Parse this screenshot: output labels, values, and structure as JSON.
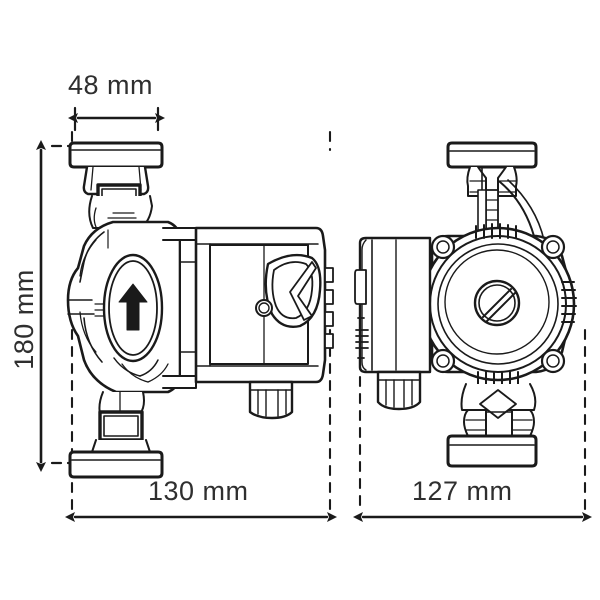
{
  "drawing": {
    "title": "Circulation pump dimensional drawing",
    "background_color": "#ffffff",
    "line_color": "#1a1a1a",
    "text_color": "#2f2f2f",
    "views": [
      {
        "name": "side-view",
        "description": "Left side elevation of circulation pump with motor housing, selector knob and flow arrow"
      },
      {
        "name": "front-view",
        "description": "Right front elevation of circulation pump with round motor face, centre slotted screw and terminal box"
      }
    ]
  },
  "dimensions": {
    "width_top": {
      "value": "48 mm",
      "number": 48,
      "unit": "mm",
      "orientation": "horizontal",
      "applies_to": "flange width of side view"
    },
    "height_left": {
      "value": "180 mm",
      "number": 180,
      "unit": "mm",
      "orientation": "vertical",
      "applies_to": "overall height of pump"
    },
    "width_side": {
      "value": "130 mm",
      "number": 130,
      "unit": "mm",
      "orientation": "horizontal",
      "applies_to": "overall depth of side view"
    },
    "width_front": {
      "value": "127 mm",
      "number": 127,
      "unit": "mm",
      "orientation": "horizontal",
      "applies_to": "overall width of front view"
    }
  },
  "side_view_parts": {
    "top_flange": "top-flange",
    "bottom_flange": "bottom-flange",
    "top_union_nut": "top-union-nut",
    "bottom_union_nut": "bottom-union-nut",
    "pump_body": "pump-body",
    "flow_arrow_badge": "flow-direction-arrow",
    "motor_housing": "motor-housing",
    "selector_knob": "speed-selector-knob",
    "indicator_led": "indicator-led",
    "cable_gland": "cable-gland"
  },
  "front_view_parts": {
    "top_flange": "top-flange",
    "bottom_flange": "bottom-flange",
    "top_hex_nuts": "top-hex-nuts",
    "bottom_hex_nuts": "bottom-hex-nuts",
    "motor_face": "round-motor-face",
    "centre_screw": "centre-slotted-screw",
    "corner_bolts": "corner-bolts",
    "terminal_box": "terminal-box",
    "terminal_window": "terminal-window",
    "cable_gland": "cable-gland",
    "cooling_fins": "cooling-fins"
  }
}
